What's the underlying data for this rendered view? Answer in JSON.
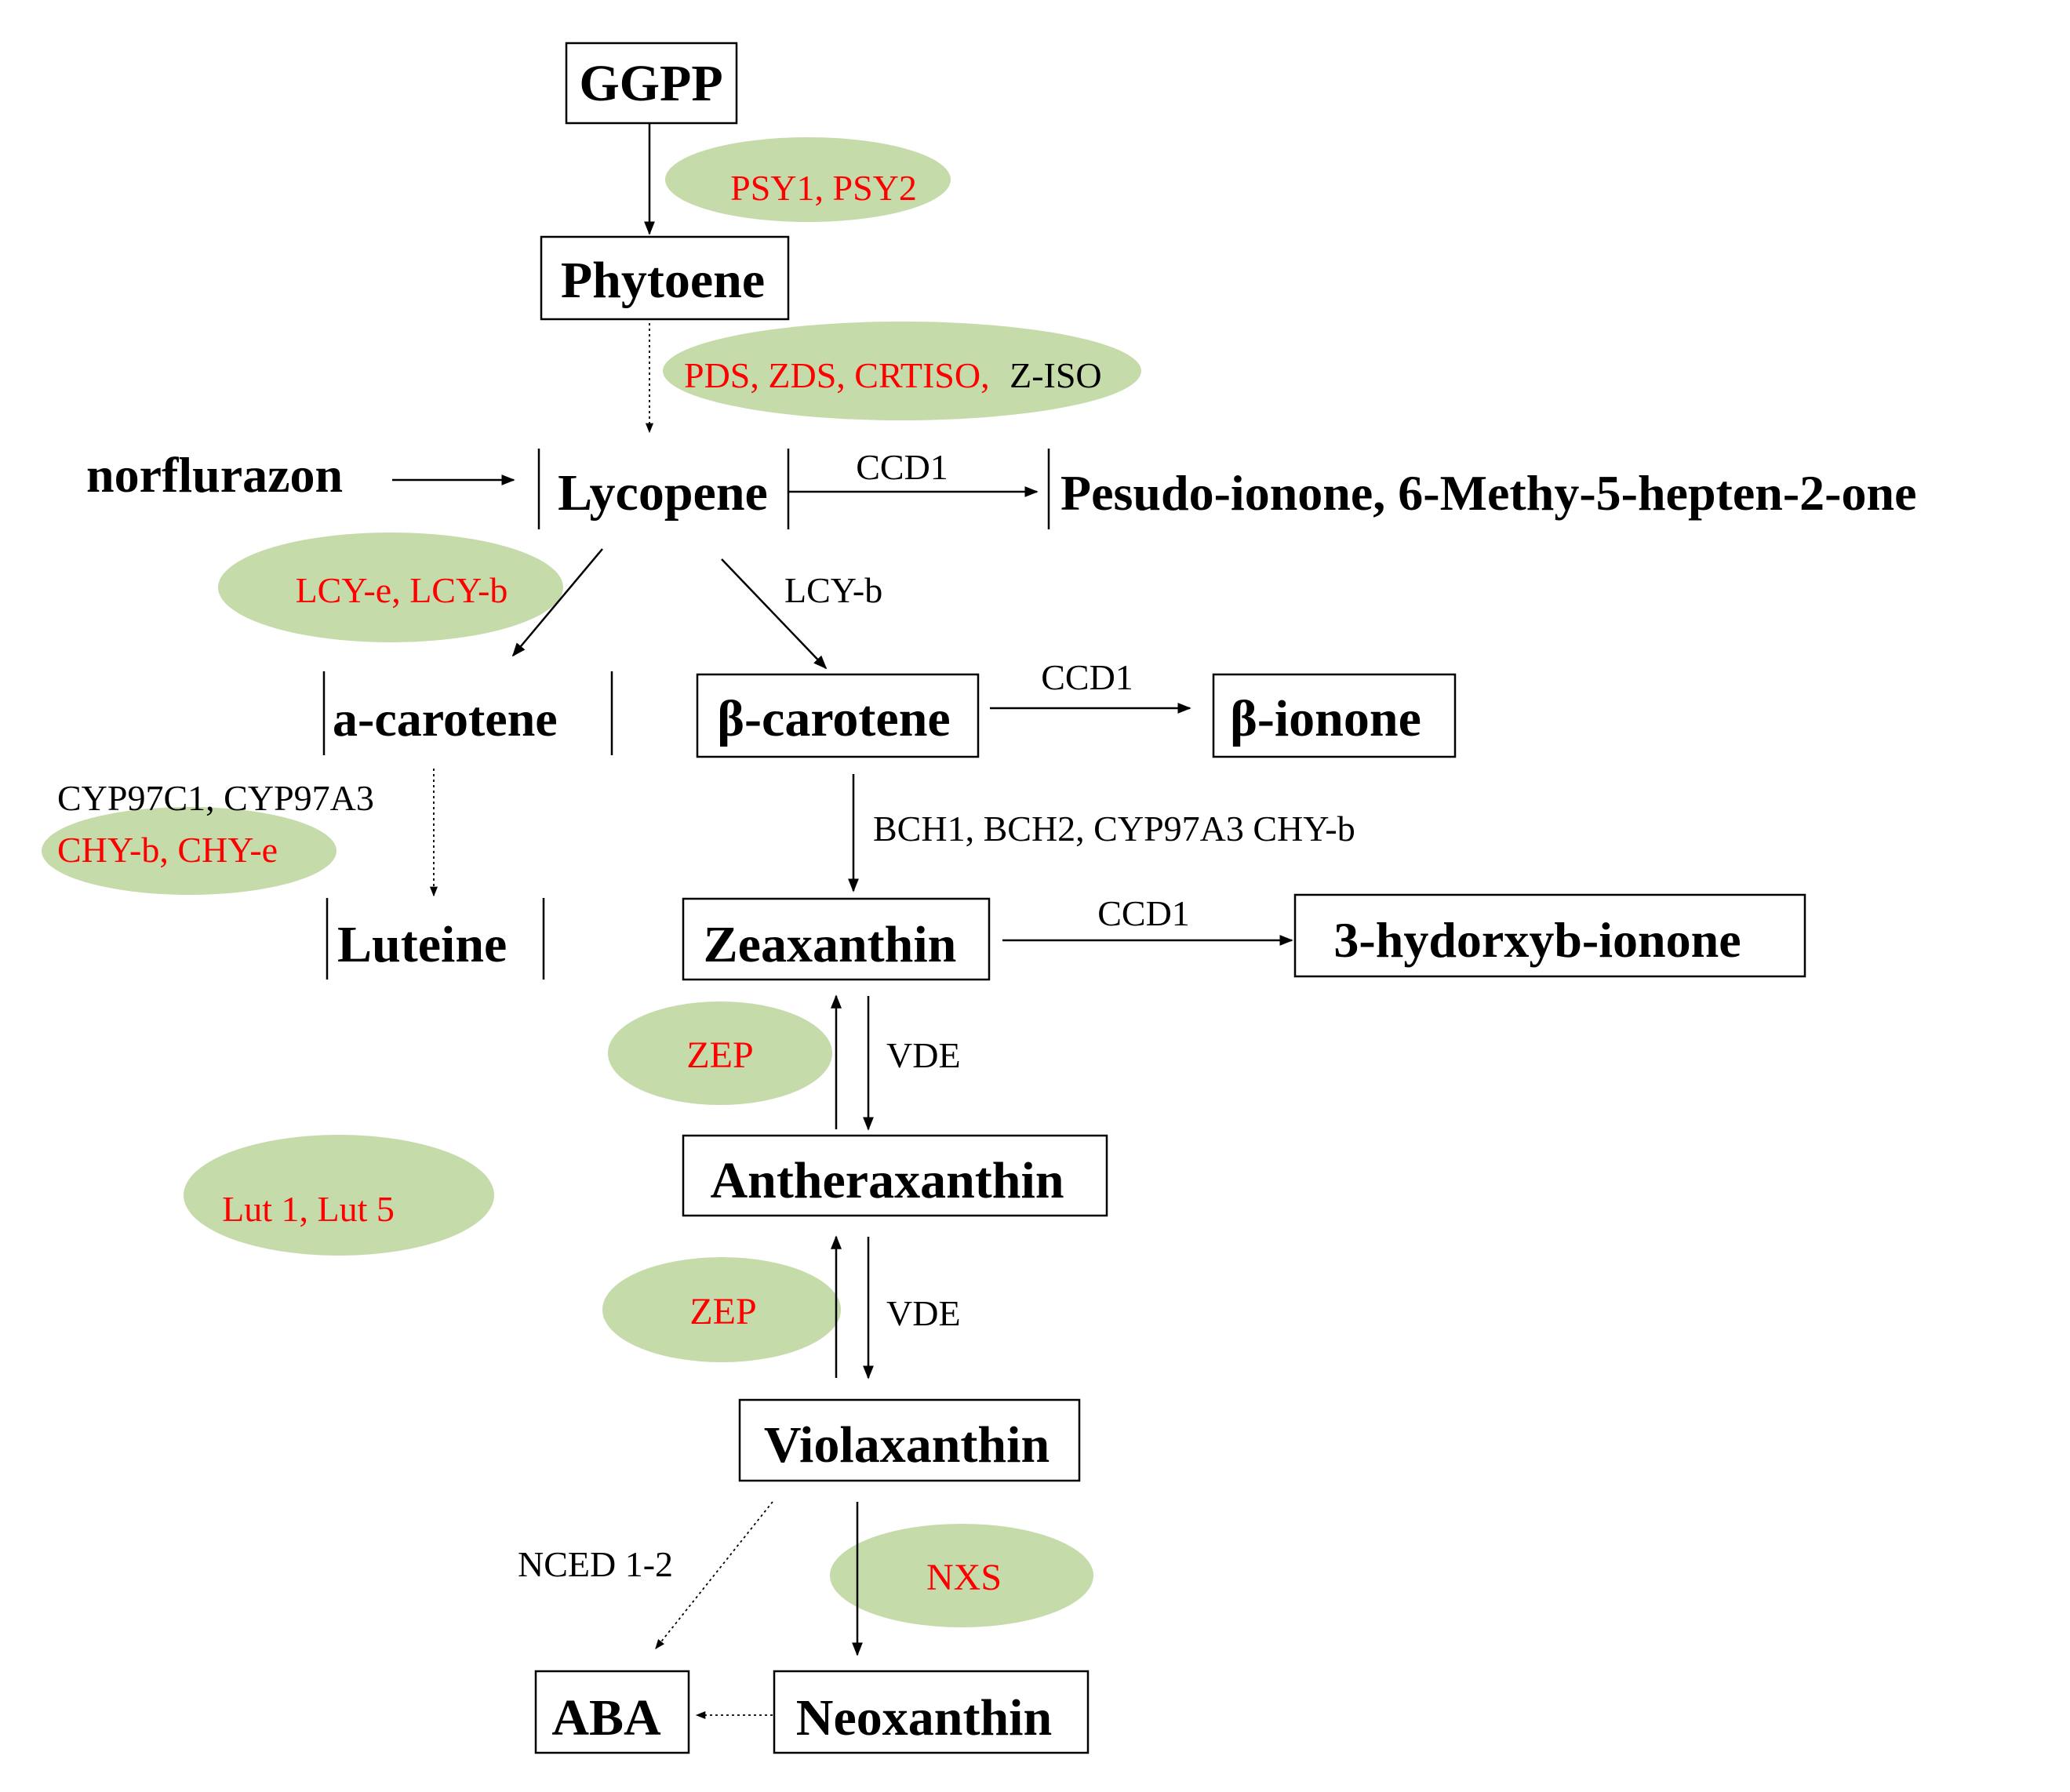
{
  "nodes": {
    "ggpp": "GGPP",
    "phytoene": "Phytoene",
    "norflurazon": "norflurazon",
    "lycopene": "Lycopene",
    "pesudo": "Pesudo-ionone, 6-Methy-5-hepten-2-one",
    "a_carotene": "a-carotene",
    "b_carotene": "β-carotene",
    "b_ionone": "β-ionone",
    "luteine": "Luteine",
    "zeaxanthin": "Zeaxanthin",
    "hydorxyb": "3-hydorxyb-ionone",
    "antheraxanthin": "Antheraxanthin",
    "violaxanthin": "Violaxanthin",
    "aba": "ABA",
    "neoxanthin": "Neoxanthin"
  },
  "enzymes": {
    "psy": "PSY1, PSY2",
    "pds_red": "PDS, ZDS, CRTISO,",
    "pds_black": "Z-ISO",
    "ccd1_a": "CCD1",
    "lcy_eb": "LCY-e, LCY-b",
    "lcy_b": "LCY-b",
    "ccd1_b": "CCD1",
    "cyp97": "CYP97C1, CYP97A3",
    "chy": "CHY-b, CHY-e",
    "bch": "BCH1, BCH2, CYP97A3  CHY-b",
    "ccd1_c": "CCD1",
    "zep_a": "ZEP",
    "vde_a": "VDE",
    "lut": "Lut 1, Lut 5",
    "zep_b": "ZEP",
    "vde_b": "VDE",
    "nced": "NCED 1-2",
    "nxs": "NXS"
  },
  "colors": {
    "highlight_fill": "#c5dbaa",
    "regulated_enzyme": "#ff0000",
    "text": "#000000"
  }
}
